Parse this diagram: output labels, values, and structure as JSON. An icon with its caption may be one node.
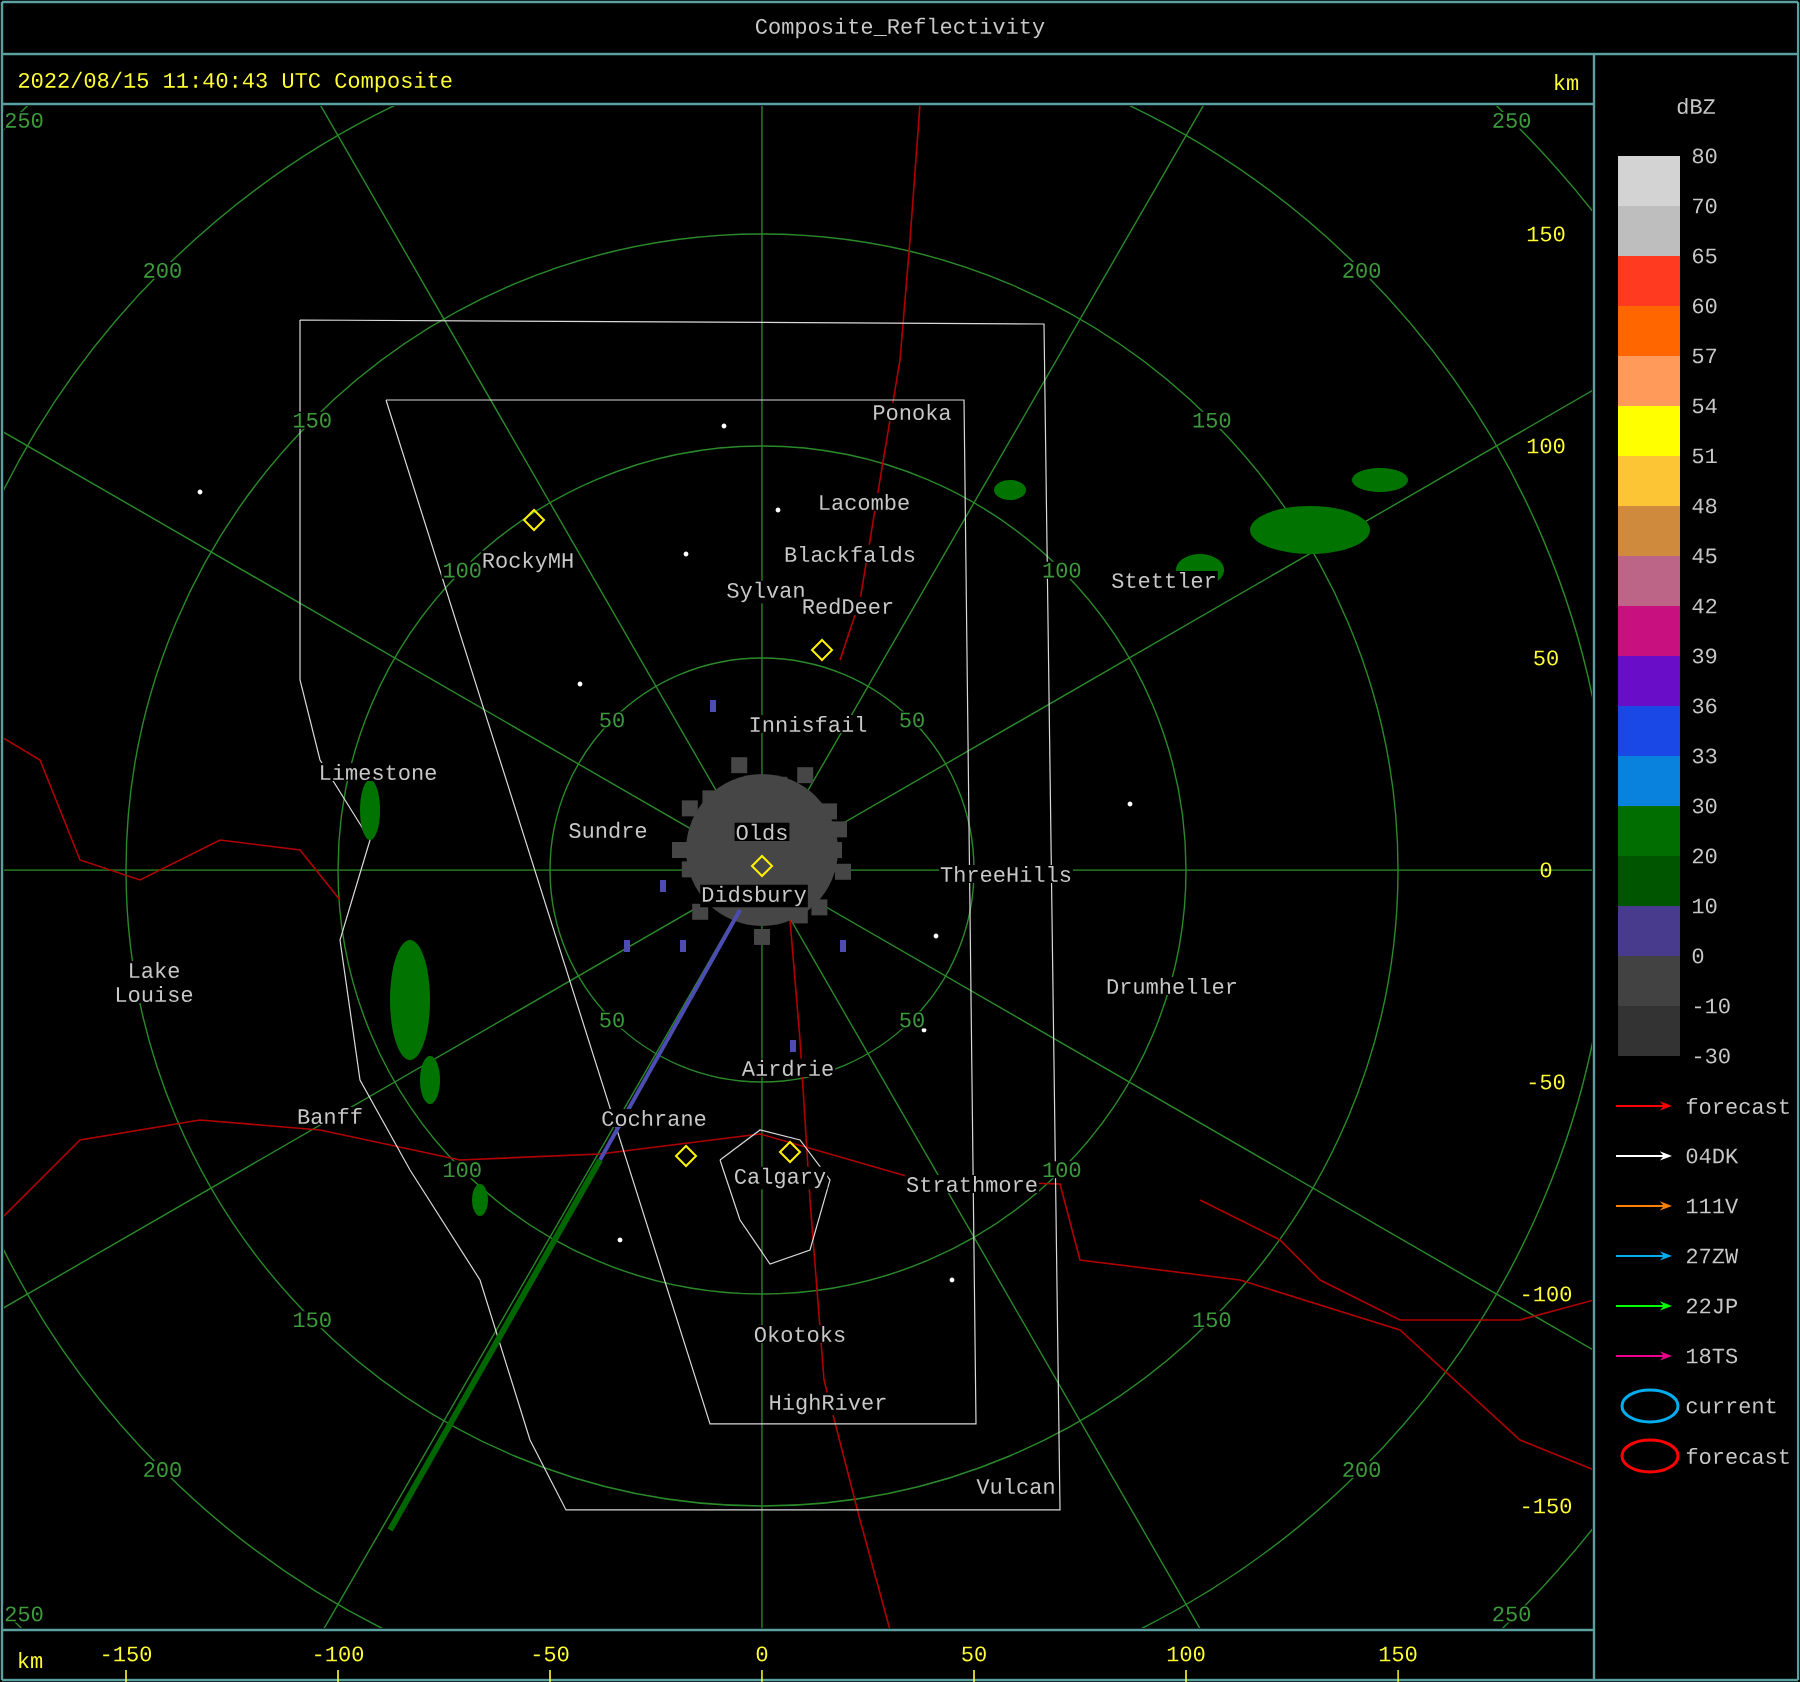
{
  "diagram": {
    "title": "Composite_Reflectivity",
    "labels": [
      "2022/08/15 11:40:43 UTC Composite",
      "km",
      "dBZ",
      "250",
      "250",
      "200",
      "200",
      "150",
      "150",
      "100",
      "100",
      "50",
      "50",
      "50",
      "50",
      "100",
      "100",
      "150",
      "150",
      "200",
      "200",
      "250",
      "250",
      "Ponoka",
      "Lacombe",
      "RockyMH",
      "Blackfalds",
      "Sylvan",
      "RedDeer",
      "Stettler",
      "Innisfail",
      "Limestone",
      "Sundre",
      "Olds",
      "ThreeHills",
      "Didsbury",
      "Lake Louise",
      "Drumheller",
      "Airdrie",
      "Banff",
      "Cochrane",
      "Calgary",
      "Strathmore",
      "Okotoks",
      "HighRiver",
      "Vulcan",
      "150",
      "100",
      "50",
      "0",
      "-50",
      "-100",
      "-150",
      "km",
      "-150",
      "-100",
      "-50",
      "0",
      "50",
      "100",
      "150",
      "-30"
    ],
    "legend": [
      {
        "text": "80",
        "color": "#d3d3d3"
      },
      {
        "text": "70",
        "color": "#bebebe"
      },
      {
        "text": "65",
        "color": "#ff3a20"
      },
      {
        "text": "60",
        "color": "#ff6600"
      },
      {
        "text": "57",
        "color": "#ff9a5a"
      },
      {
        "text": "54",
        "color": "#ffff00"
      },
      {
        "text": "51",
        "color": "#fcc535"
      },
      {
        "text": "48",
        "color": "#cf8a3e"
      },
      {
        "text": "45",
        "color": "#bd6586"
      },
      {
        "text": "42",
        "color": "#c8107e"
      },
      {
        "text": "39",
        "color": "#6a0dc8"
      },
      {
        "text": "36",
        "color": "#1948e6"
      },
      {
        "text": "33",
        "color": "#0882dc"
      },
      {
        "text": "30",
        "color": "#006e00"
      },
      {
        "text": "20",
        "color": "#005500"
      },
      {
        "text": "10",
        "color": "#483a8c"
      },
      {
        "text": "0",
        "color": "#424242"
      },
      {
        "text": "-10",
        "color": "#333333"
      },
      {
        "text": "forecast"
      },
      {
        "text": "04DK"
      },
      {
        "text": "111V"
      },
      {
        "text": "27ZW"
      },
      {
        "text": "22JP"
      },
      {
        "text": "18TS"
      },
      {
        "text": "current"
      },
      {
        "text": "forecast"
      }
    ]
  }
}
